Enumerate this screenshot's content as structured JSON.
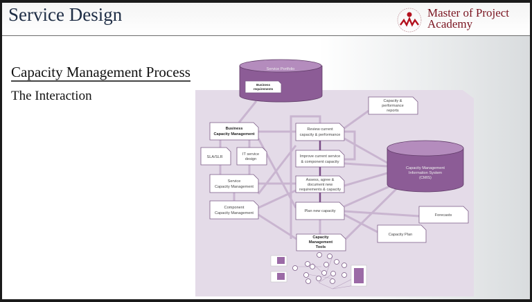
{
  "header": {
    "title": "Service Design",
    "logo_text_line1": "Master of Project",
    "logo_text_line2": "Academy"
  },
  "content": {
    "heading": "Capacity Management Process",
    "subheading": "The Interaction"
  },
  "diagram": {
    "service_portfolio": "Service Portfolio",
    "business_requirements": [
      "Business",
      "requirements"
    ],
    "business_cm": [
      "Business",
      "Capacity Management"
    ],
    "sla_slr": "SLA/SLR",
    "it_service_design": [
      "IT service",
      "design"
    ],
    "service_cm": [
      "Service",
      "Capacity Management"
    ],
    "component_cm": [
      "Component",
      "Capacity Management"
    ],
    "review": [
      "Review current",
      "capacity & performance"
    ],
    "improve": [
      "Improve current service",
      "& component capacity"
    ],
    "assess": [
      "Assess, agree &",
      "document new",
      "requirements & capacity"
    ],
    "plan": "Plan new capacity",
    "tools": [
      "Capacity",
      "Management",
      "Tools"
    ],
    "reports": [
      "Capacity &",
      "performance",
      "reports"
    ],
    "cmis": [
      "Capacity Management",
      "Information System",
      "(CMIS)"
    ],
    "forecasts": "Forecasts",
    "capacity_plan": "Capacity Plan"
  },
  "colors": {
    "title": "#1e2d45",
    "logo": "#7a1420",
    "diagram_bg": "#e4dbe8",
    "cylinder": "#8c5c96",
    "arrow": "#c9b5d0",
    "flow_arrow": "#7a4c87"
  }
}
